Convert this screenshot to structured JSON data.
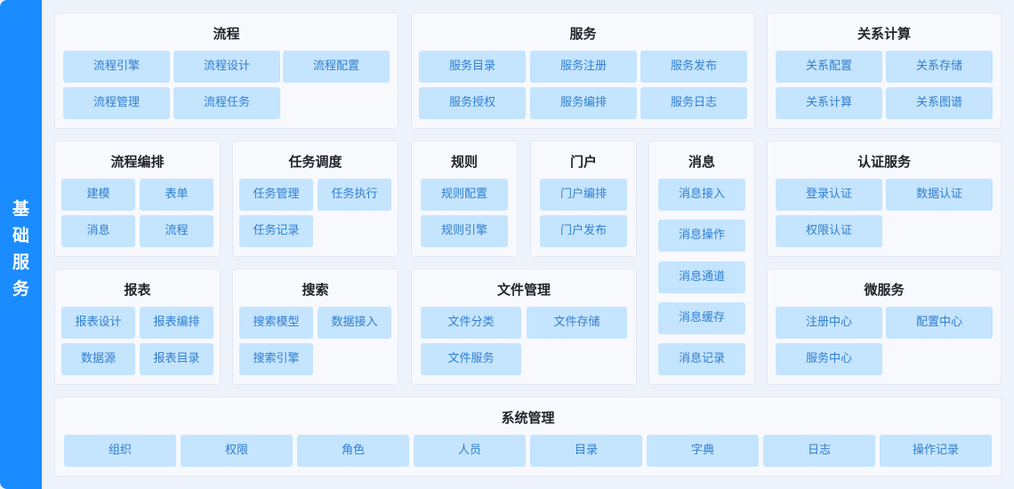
{
  "side_label": [
    "基",
    "础",
    "服",
    "务"
  ],
  "panels": [
    {
      "title": "流程",
      "items": [
        "流程引擎",
        "流程设计",
        "流程配置",
        "流程管理",
        "流程任务"
      ]
    },
    {
      "title": "服务",
      "items": [
        "服务目录",
        "服务注册",
        "服务发布",
        "服务授权",
        "服务编排",
        "服务日志"
      ]
    },
    {
      "title": "关系计算",
      "items": [
        "关系配置",
        "关系存储",
        "关系计算",
        "关系图谱"
      ]
    },
    {
      "title": "流程编排",
      "items": [
        "建模",
        "表单",
        "消息",
        "流程"
      ]
    },
    {
      "title": "任务调度",
      "items": [
        "任务管理",
        "任务执行",
        "任务记录"
      ]
    },
    {
      "title": "规则",
      "items": [
        "规则配置",
        "规则引擎"
      ]
    },
    {
      "title": "门户",
      "items": [
        "门户编排",
        "门户发布"
      ]
    },
    {
      "title": "消息",
      "items": [
        "消息接入",
        "消息操作",
        "消息通道",
        "消息缓存",
        "消息记录"
      ]
    },
    {
      "title": "认证服务",
      "items": [
        "登录认证",
        "数据认证",
        "权限认证"
      ]
    },
    {
      "title": "报表",
      "items": [
        "报表设计",
        "报表编排",
        "数据源",
        "报表目录"
      ]
    },
    {
      "title": "搜索",
      "items": [
        "搜索模型",
        "数据接入",
        "搜索引擎"
      ]
    },
    {
      "title": "文件管理",
      "items": [
        "文件分类",
        "文件存储",
        "文件服务"
      ]
    },
    {
      "title": "微服务",
      "items": [
        "注册中心",
        "配置中心",
        "服务中心"
      ]
    },
    {
      "title": "系统管理",
      "items": [
        "组织",
        "权限",
        "角色",
        "人员",
        "目录",
        "字典",
        "日志",
        "操作记录"
      ]
    }
  ]
}
